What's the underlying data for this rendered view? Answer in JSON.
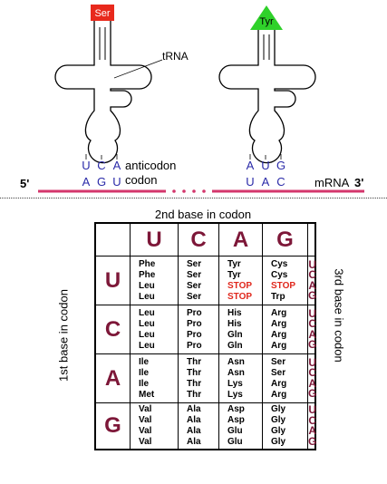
{
  "diagram": {
    "trna_left_aa": "Ser",
    "trna_right_aa": "Tyr",
    "trna_label": "tRNA",
    "anticodon_label": "anticodon",
    "codon_label": "codon",
    "left_anticodon": [
      "U",
      "C",
      "A"
    ],
    "left_codon": [
      "A",
      "G",
      "U"
    ],
    "right_anticodon": [
      "A",
      "U",
      "G"
    ],
    "right_codon": [
      "U",
      "A",
      "C"
    ],
    "five_prime": "5'",
    "mrna_label": "mRNA",
    "three_prime": "3'",
    "colors": {
      "ser_box": "#e8291c",
      "tyr_triangle": "#2fd12a",
      "mrna": "#d4366c",
      "bases": "#2a2aa8",
      "table_accent": "#7d1738",
      "stop": "#e0281d"
    }
  },
  "table": {
    "title": "2nd base in codon",
    "first_base_label": "1st base in codon",
    "third_base_label": "3rd base in codon",
    "second_bases": [
      "U",
      "C",
      "A",
      "G"
    ],
    "rows": [
      {
        "first": "U",
        "cells": [
          [
            "Phe",
            "Phe",
            "Leu",
            "Leu"
          ],
          [
            "Ser",
            "Ser",
            "Ser",
            "Ser"
          ],
          [
            "Tyr",
            "Tyr",
            "STOP",
            "STOP"
          ],
          [
            "Cys",
            "Cys",
            "STOP",
            "Trp"
          ]
        ],
        "third": [
          "U",
          "C",
          "A",
          "G"
        ]
      },
      {
        "first": "C",
        "cells": [
          [
            "Leu",
            "Leu",
            "Leu",
            "Leu"
          ],
          [
            "Pro",
            "Pro",
            "Pro",
            "Pro"
          ],
          [
            "His",
            "His",
            "Gln",
            "Gln"
          ],
          [
            "Arg",
            "Arg",
            "Arg",
            "Arg"
          ]
        ],
        "third": [
          "U",
          "C",
          "A",
          "G"
        ]
      },
      {
        "first": "A",
        "cells": [
          [
            "Ile",
            "Ile",
            "Ile",
            "Met"
          ],
          [
            "Thr",
            "Thr",
            "Thr",
            "Thr"
          ],
          [
            "Asn",
            "Asn",
            "Lys",
            "Lys"
          ],
          [
            "Ser",
            "Ser",
            "Arg",
            "Arg"
          ]
        ],
        "third": [
          "U",
          "C",
          "A",
          "G"
        ]
      },
      {
        "first": "G",
        "cells": [
          [
            "Val",
            "Val",
            "Val",
            "Val"
          ],
          [
            "Ala",
            "Ala",
            "Ala",
            "Ala"
          ],
          [
            "Asp",
            "Asp",
            "Glu",
            "Glu"
          ],
          [
            "Gly",
            "Gly",
            "Gly",
            "Gly"
          ]
        ],
        "third": [
          "U",
          "C",
          "A",
          "G"
        ]
      }
    ]
  }
}
